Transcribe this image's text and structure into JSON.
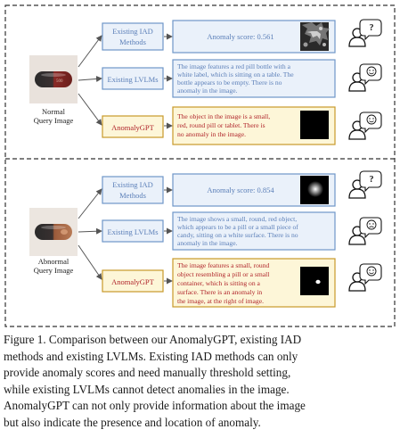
{
  "normal_section": {
    "query_label_line1": "Normal",
    "query_label_line2": "Query Image",
    "methods": [
      {
        "label_line1": "Existing IAD",
        "label_line2": "Methods",
        "output": [
          "Anomaly score: 0.561"
        ],
        "face": "neutral"
      },
      {
        "label_line1": "Existing LVLMs",
        "label_line2": "",
        "output": [
          "The image features a red pill bottle with a",
          "white label, which is sitting on a table. The",
          "bottle appears to be empty. There is no",
          "anomaly in the image."
        ],
        "face": "happy"
      },
      {
        "label_line1": "AnomalyGPT",
        "label_line2": "",
        "output": [
          "The object in the image is a small,",
          "red, round pill or tablet. There is",
          "no anomaly in the image."
        ],
        "face": "happy"
      }
    ]
  },
  "abnormal_section": {
    "query_label_line1": "Abnormal",
    "query_label_line2": "Query Image",
    "methods": [
      {
        "label_line1": "Existing IAD",
        "label_line2": "Methods",
        "output": [
          "Anomaly score: 0.854"
        ],
        "face": "neutral"
      },
      {
        "label_line1": "Existing LVLMs",
        "label_line2": "",
        "output": [
          "The image shows a small, round, red object,",
          "which appears to be a pill or a small piece of",
          "candy, sitting on a white surface. There is no",
          "anomaly in the image."
        ],
        "face": "sad"
      },
      {
        "label_line1": "AnomalyGPT",
        "label_line2": "",
        "output": [
          "The image features a small, round",
          "object resembling a pill or a small",
          "container, which is sitting on a",
          "surface. There is an anomaly in",
          "the image, at the right of image."
        ],
        "face": "happy"
      }
    ]
  },
  "question_mark": "?",
  "colors": {
    "blue_border": "#6f97c8",
    "blue_fill": "#eaf1fa",
    "blue_text": "#5b7fb8",
    "gold_border": "#c89a2a",
    "gold_fill": "#fdf6d8",
    "red_text": "#b0252b"
  },
  "caption": {
    "lines": [
      "Figure 1.  Comparison between our AnomalyGPT, existing IAD",
      "methods and existing LVLMs.  Existing IAD methods can only",
      "provide anomaly scores and need manually threshold setting,",
      "while existing LVLMs cannot detect anomalies in the image.",
      "AnomalyGPT can not only provide information about the image",
      "but also indicate the presence and location of anomaly."
    ]
  }
}
